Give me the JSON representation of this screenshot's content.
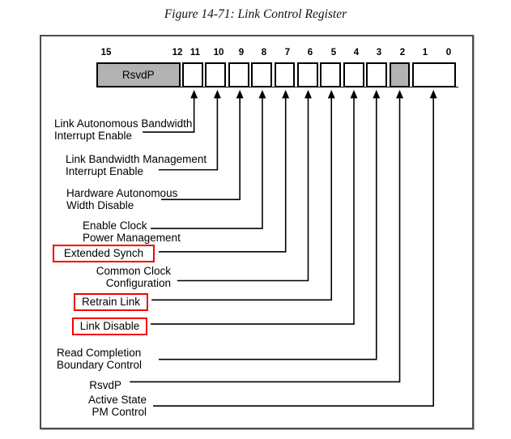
{
  "figure_title": "Figure 14-71: Link Control Register",
  "register": {
    "name": "Link Control Register",
    "bit_numbers": [
      "15",
      "12",
      "11",
      "10",
      "9",
      "8",
      "7",
      "6",
      "5",
      "4",
      "3",
      "2",
      "1",
      "0"
    ],
    "cells": {
      "reserved_high": {
        "bits": "15:12",
        "label": "RsvdP",
        "shaded": true
      },
      "reserved_bit2": {
        "bits": "2",
        "label": "",
        "shaded": true
      },
      "low_field": {
        "bits": "1:0",
        "label": "",
        "shaded": false
      }
    },
    "fields": [
      {
        "bits": "11",
        "lines": [
          "Link Autonomous Bandwidth",
          "Interrupt Enable"
        ],
        "highlighted": false
      },
      {
        "bits": "10",
        "lines": [
          "Link Bandwidth Management",
          "Interrupt Enable"
        ],
        "highlighted": false
      },
      {
        "bits": "9",
        "lines": [
          "Hardware Autonomous",
          "Width Disable"
        ],
        "highlighted": false
      },
      {
        "bits": "8",
        "lines": [
          "Enable Clock",
          "Power Management"
        ],
        "highlighted": false
      },
      {
        "bits": "7",
        "lines": [
          "Extended Synch"
        ],
        "highlighted": true
      },
      {
        "bits": "6",
        "lines": [
          "Common Clock",
          "Configuration"
        ],
        "highlighted": false
      },
      {
        "bits": "5",
        "lines": [
          "Retrain Link"
        ],
        "highlighted": true
      },
      {
        "bits": "4",
        "lines": [
          "Link Disable"
        ],
        "highlighted": true
      },
      {
        "bits": "3",
        "lines": [
          "Read Completion",
          "Boundary Control"
        ],
        "highlighted": false
      },
      {
        "bits": "2",
        "lines": [
          "RsvdP"
        ],
        "highlighted": false
      },
      {
        "bits": "1:0",
        "lines": [
          "Active State",
          "PM Control"
        ],
        "highlighted": false
      }
    ]
  },
  "colors": {
    "highlight_box_red": "#f40000",
    "shaded_cell_gray": "#b2b2b2",
    "line_black": "#000000"
  }
}
